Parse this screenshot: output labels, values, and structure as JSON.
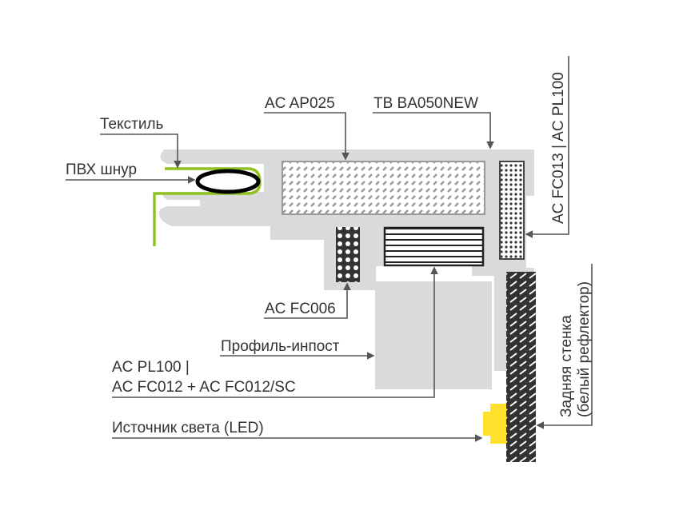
{
  "labels": {
    "textile": "Текстиль",
    "pvc_cord": "ПВХ шнур",
    "ap025": "AC AP025",
    "ba050": "TB BA050NEW",
    "fc013": "AC FC013 | AC PL100",
    "fc006": "AC FC006",
    "impost": "Профиль-инпост",
    "pl100_line1": "AC PL100 |",
    "pl100_line2": "AC FC012 + AC FC012/SC",
    "led": "Источник света (LED)",
    "back_wall_line1": "Задняя стенка",
    "back_wall_line2": "(белый рефлектор)"
  },
  "colors": {
    "profile": "#d9dadb",
    "textile": "#8dc21f",
    "led": "#ffe02a",
    "dark": "#333333"
  }
}
